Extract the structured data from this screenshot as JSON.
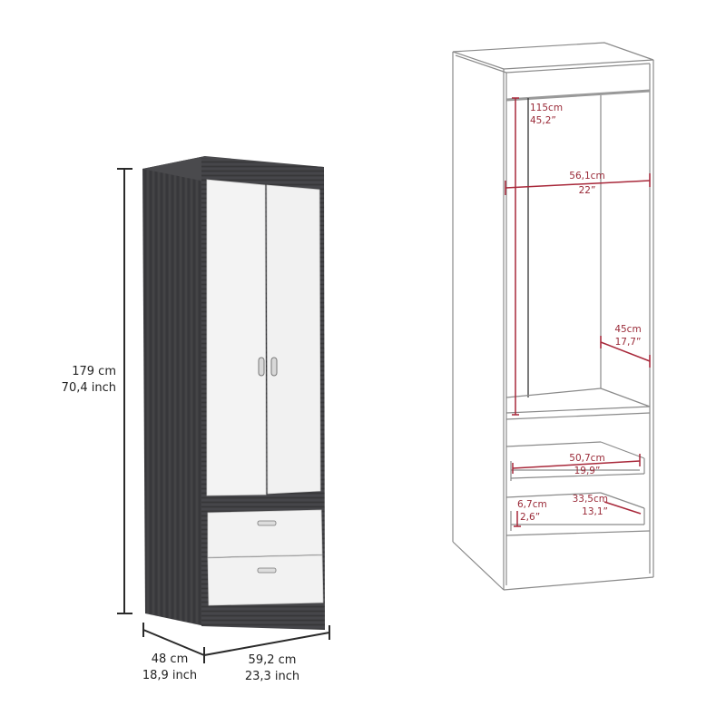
{
  "diagram": {
    "type": "furniture-dimensions",
    "colors": {
      "body": "#3b3b3d",
      "door": "#f4f4f4",
      "dimension_line": "#2a2a2a",
      "inner_dimension": "#a8283a",
      "line_art": "#8a8a8a"
    },
    "front_view": {
      "height": {
        "cm": "179 cm",
        "inch": "70,4 inch"
      },
      "depth": {
        "cm": "48 cm",
        "inch": "18,9 inch"
      },
      "width": {
        "cm": "59,2 cm",
        "inch": "23,3 inch"
      },
      "components": [
        "double door",
        "door handles",
        "drawer 1",
        "drawer 2"
      ]
    },
    "interior_view": {
      "hanging_height": {
        "cm": "115cm",
        "inch": "45,2”"
      },
      "inner_width": {
        "cm": "56,1cm",
        "inch": "22”"
      },
      "inner_depth": {
        "cm": "45cm",
        "inch": "17,7”"
      },
      "drawer_width": {
        "cm": "50,7cm",
        "inch": "19,9”"
      },
      "drawer_depth": {
        "cm": "33,5cm",
        "inch": "13,1”"
      },
      "drawer_height": {
        "cm": "6,7cm",
        "inch": "2,6”"
      }
    }
  }
}
